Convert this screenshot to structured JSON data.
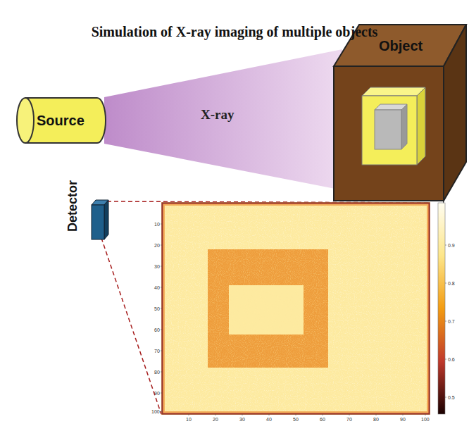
{
  "diagram": {
    "title": "Simulation of X-ray imaging of multiple objects",
    "nodes": [
      {
        "text": [
          "Source"
        ]
      },
      {
        "text": [
          "Object"
        ]
      },
      {
        "text": [
          "Detector"
        ]
      }
    ],
    "edges": [
      {
        "from": 0,
        "to": 1,
        "arrow": "none",
        "label": "X-ray"
      }
    ],
    "labels": [
      "10",
      "20",
      "30",
      "40",
      "50",
      "60",
      "70",
      "80",
      "90",
      "100",
      "10",
      "20",
      "30",
      "40",
      "50",
      "60",
      "70",
      "80",
      "90",
      "100",
      "0.9",
      "0.8",
      "0.7",
      "0.6",
      "0.5"
    ]
  }
}
